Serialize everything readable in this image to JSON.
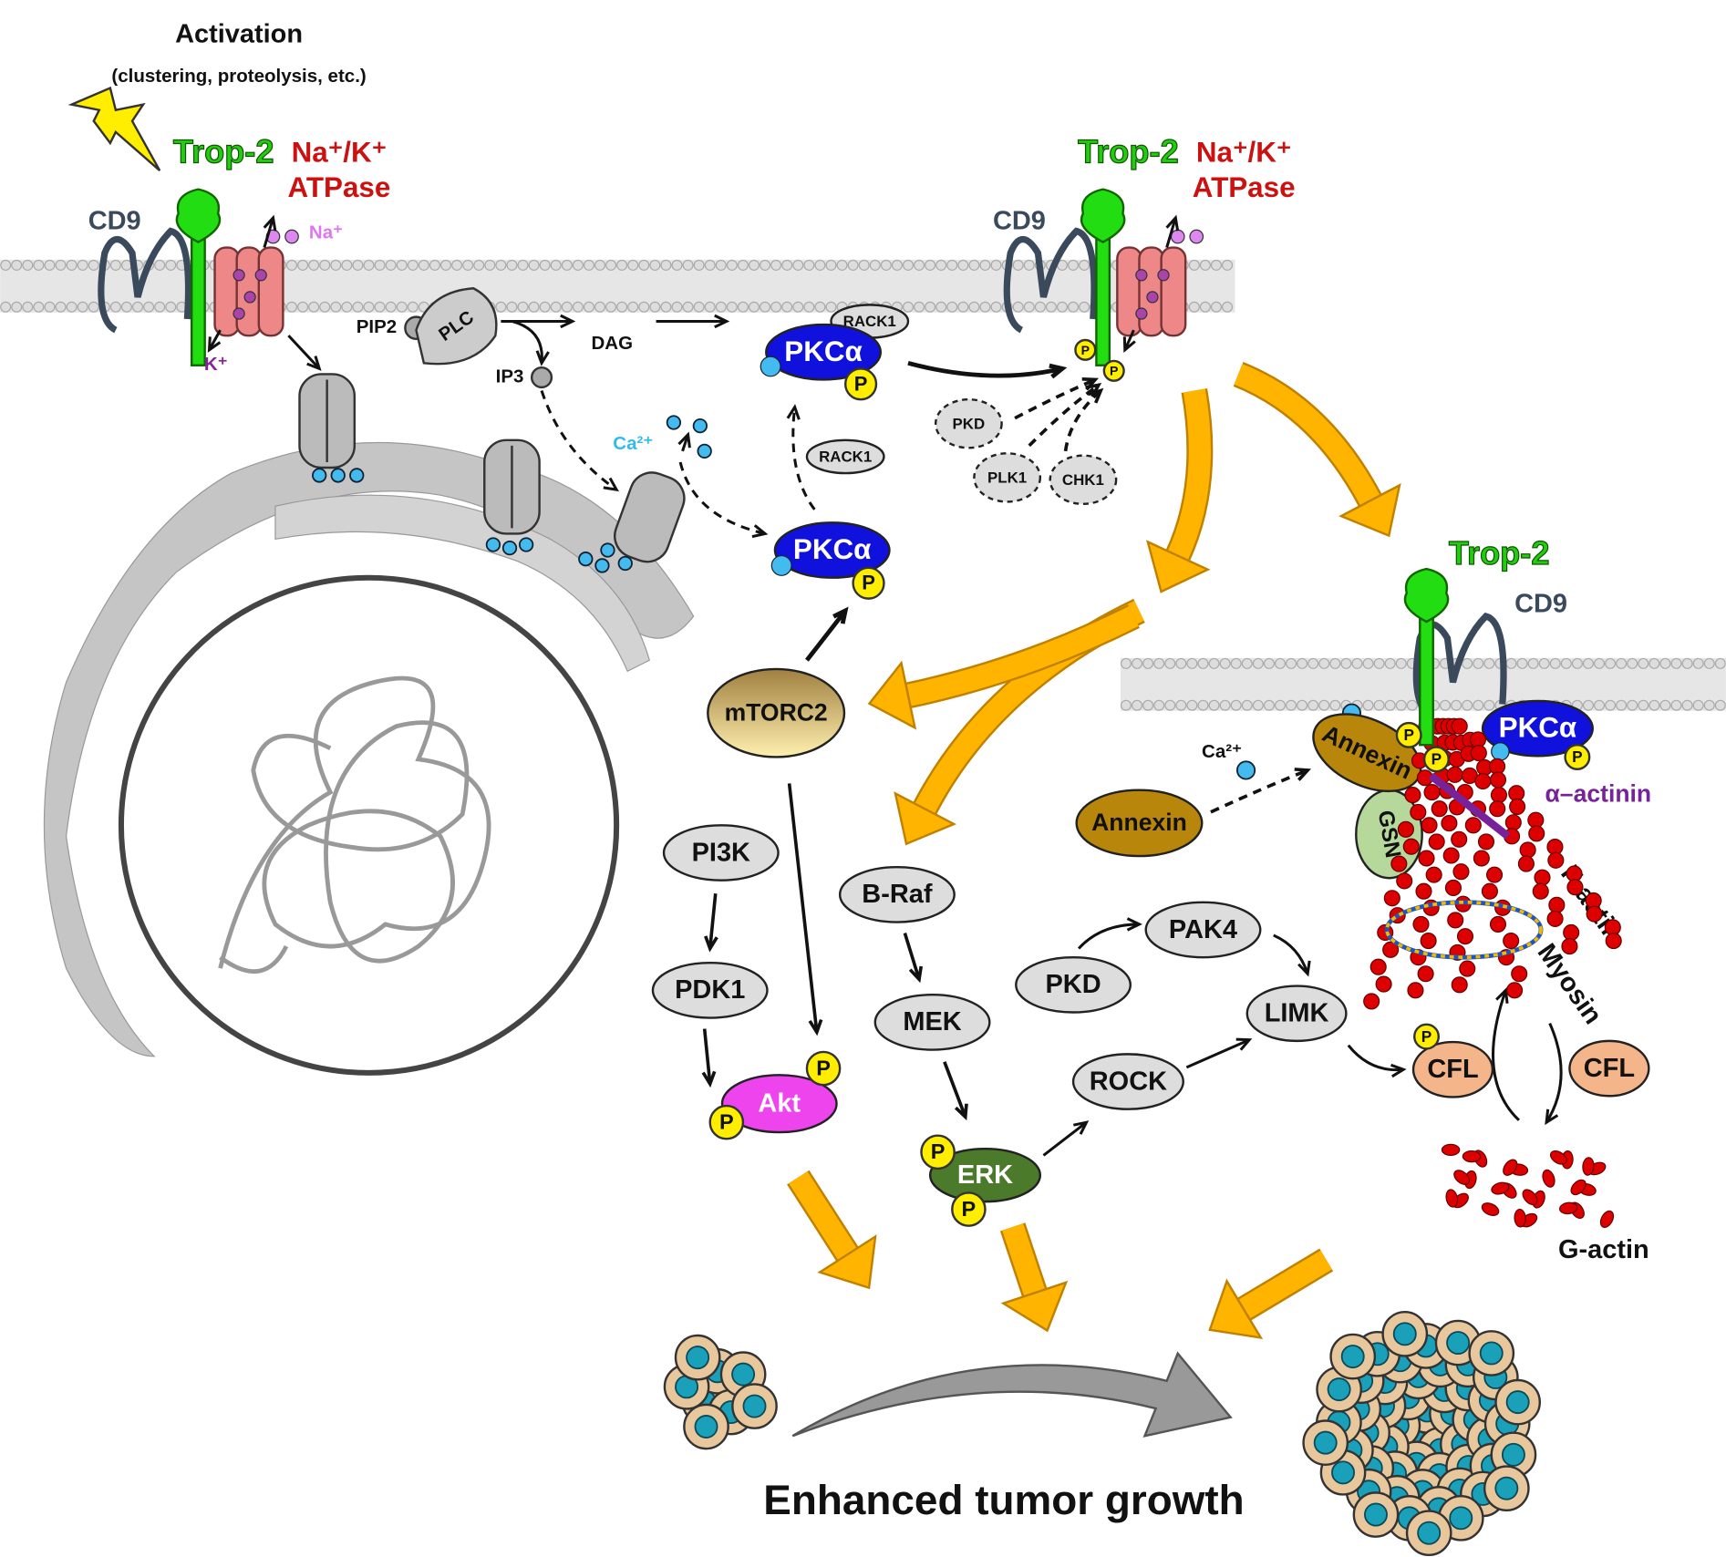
{
  "activation": {
    "title": "Activation",
    "subtitle": "(clustering, proteolysis, etc.)"
  },
  "labels": {
    "trop2": "Trop-2",
    "na_k": "Na⁺/K⁺",
    "atpase": "ATPase",
    "cd9": "CD9",
    "na_ion": "Na⁺",
    "k_ion": "K⁺",
    "pip2": "PIP2",
    "plc": "PLC",
    "dag": "DAG",
    "ip3": "IP3",
    "ca": "Ca²⁺",
    "rack1": "RACK1",
    "pkca": "PKCα",
    "p": "P",
    "pkd": "PKD",
    "plk1": "PLK1",
    "chk1": "CHK1",
    "mtorc2": "mTORC2",
    "pi3k": "PI3K",
    "pdk1": "PDK1",
    "akt": "Akt",
    "braf": "B-Raf",
    "mek": "MEK",
    "erk": "ERK",
    "pak4": "PAK4",
    "limk": "LIMK",
    "rock": "ROCK",
    "cfl": "CFL",
    "annexin": "Annexin",
    "gsn": "GSN",
    "alpha_actinin": "α–actinin",
    "f_actin": "F-actin",
    "myosin": "Myosin",
    "g_actin": "G-actin"
  },
  "footer": "Enhanced tumor growth",
  "colors": {
    "trop2": "#22dd11",
    "pkca": "#1111dd",
    "akt": "#ee44ee",
    "erk": "#4a7a2a",
    "arrow": "#ffb400",
    "annexin": "#b8860b",
    "actin": "#dd0000",
    "atpase": "#ee8888"
  }
}
